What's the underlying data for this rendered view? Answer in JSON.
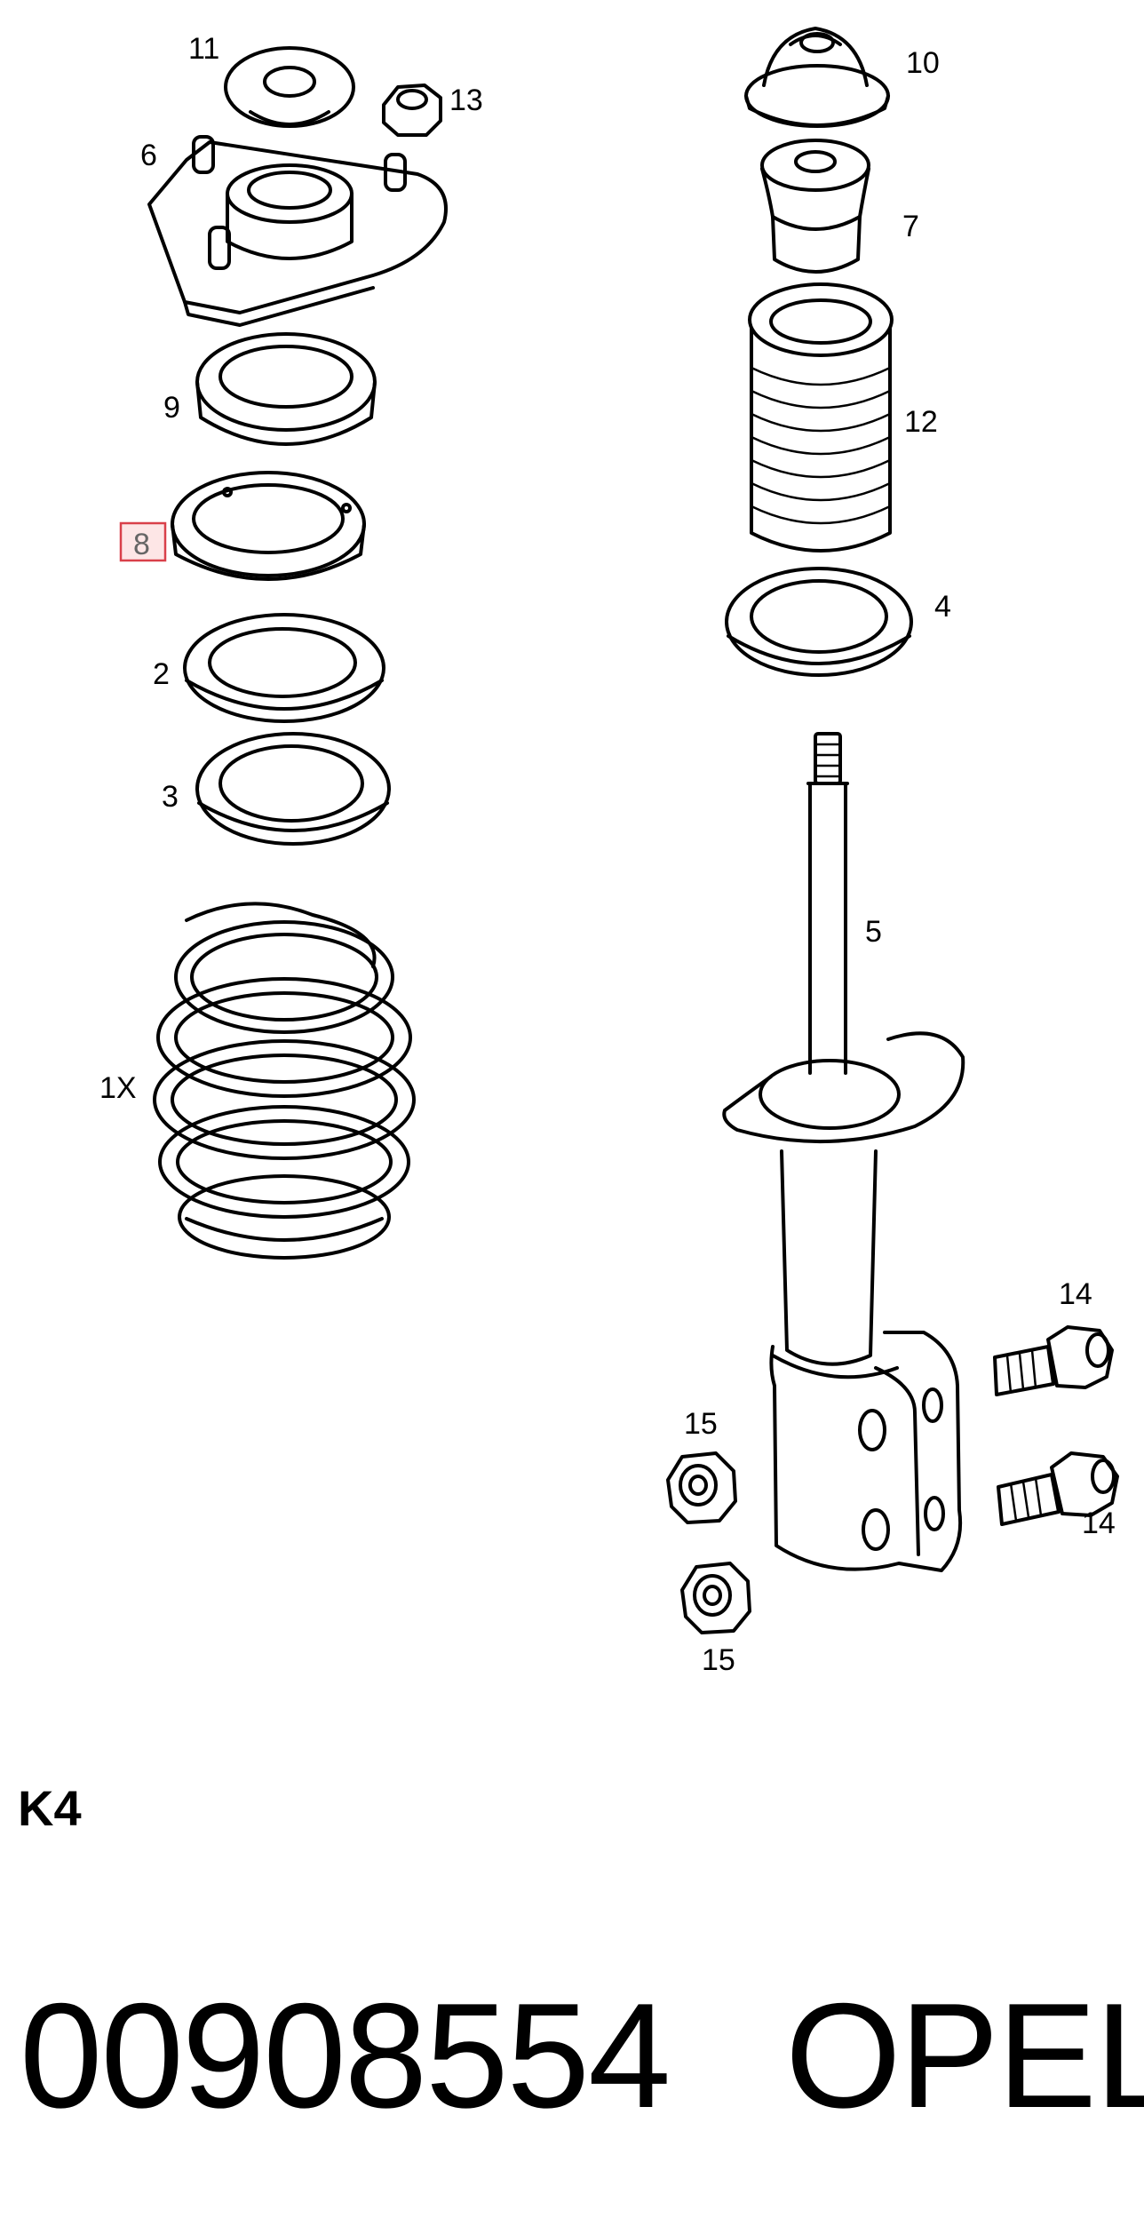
{
  "callouts": {
    "c1": "1X",
    "c2": "2",
    "c3": "3",
    "c4": "4",
    "c5": "5",
    "c6": "6",
    "c7": "7",
    "c8": "8",
    "c9": "9",
    "c10": "10",
    "c11": "11",
    "c12": "12",
    "c13": "13",
    "c14a": "14",
    "c14b": "14",
    "c15a": "15",
    "c15b": "15"
  },
  "highlighted_callout": "8",
  "highlight_color": "#d9404a",
  "section_code": "K4",
  "part_number": "00908554",
  "brand": "OPEL"
}
